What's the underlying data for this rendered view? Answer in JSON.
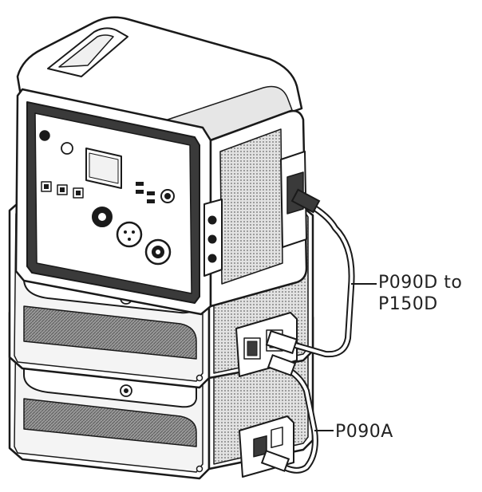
{
  "labels": {
    "upper_cable_line1": "P090D to",
    "upper_cable_line2": "P150D",
    "lower_cable": "P090A"
  },
  "colors": {
    "stroke": "#1a1a1a",
    "panel_fill": "#3a3a3a",
    "body_fill": "#ffffff",
    "mesh_fill": "#b8b8b8"
  }
}
